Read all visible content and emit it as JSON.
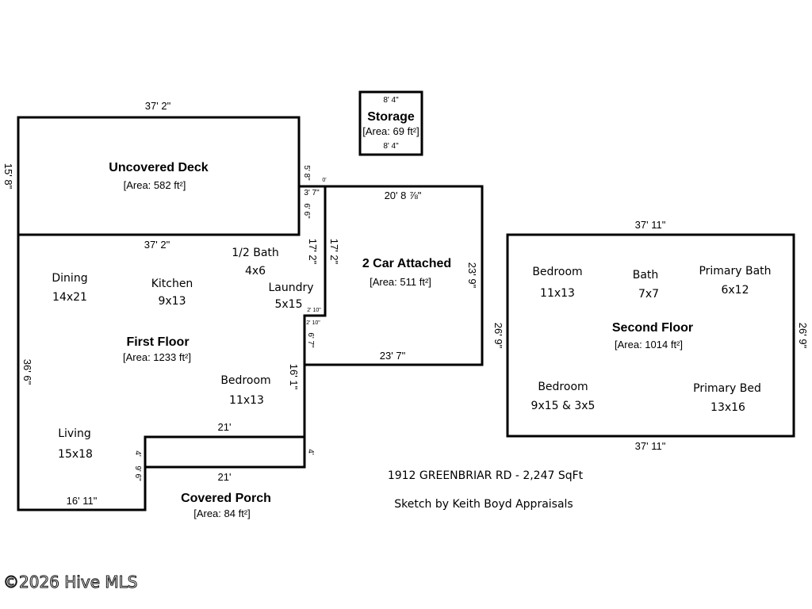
{
  "areas": {
    "deck": {
      "name": "Uncovered Deck",
      "area": "[Area: 582 ft²]"
    },
    "storage": {
      "name": "Storage",
      "area": "[Area: 69 ft²]"
    },
    "garage": {
      "name": "2 Car Attached",
      "area": "[Area: 511 ft²]"
    },
    "first_floor": {
      "name": "First Floor",
      "area": "[Area: 1233 ft²]"
    },
    "second_floor": {
      "name": "Second Floor",
      "area": "[Area: 1014 ft²]"
    },
    "porch": {
      "name": "Covered Porch",
      "area": "[Area: 84 ft²]"
    }
  },
  "rooms": {
    "dining": {
      "name": "Dining",
      "size": "14x21"
    },
    "kitchen": {
      "name": "Kitchen",
      "size": "9x13"
    },
    "half_bath": {
      "name": "1/2 Bath",
      "size": "4x6"
    },
    "laundry": {
      "name": "Laundry",
      "size": "5x15"
    },
    "bedroom1": {
      "name": "Bedroom",
      "size": "11x13"
    },
    "living": {
      "name": "Living",
      "size": "15x18"
    },
    "bedroom2": {
      "name": "Bedroom",
      "size": "11x13"
    },
    "bath": {
      "name": "Bath",
      "size": "7x7"
    },
    "primary_bath": {
      "name": "Primary Bath",
      "size": "6x12"
    },
    "bedroom3": {
      "name": "Bedroom",
      "size": "9x15 & 3x5"
    },
    "primary_bed": {
      "name": "Primary Bed",
      "size": "13x16"
    }
  },
  "dimensions": {
    "deck_top": "37' 2\"",
    "deck_bottom": "37' 2\"",
    "deck_left": "15' 8\"",
    "deck_right_top": "5' 8\"",
    "deck_right_mid": "3' 7\"",
    "deck_right_low": "6' 6\"",
    "storage_top": "8' 4\"",
    "storage_bottom": "8' 4\"",
    "garage_top": "20' 8 ⅞\"",
    "garage_right": "23' 9\"",
    "garage_bottom": "23' 7\"",
    "garage_left": "17' 2\"",
    "laundry_wall": "17' 2\"",
    "small_1": "2' 10\"",
    "small_2": "2' 10\"",
    "wall_67": "6' 7\"",
    "wall_161": "16' 1\"",
    "first_left": "36' 6\"",
    "first_bottom": "16' 11\"",
    "porch_top": "21'",
    "porch_bottom": "21'",
    "porch_left_4": "4'",
    "porch_left_96": "9' 6\"",
    "porch_right_4": "4'",
    "second_top": "37' 11\"",
    "second_bottom": "37' 11\"",
    "second_left": "26' 9\"",
    "second_right": "26' 9\"",
    "zero": "0'"
  },
  "captions": {
    "address": "1912 GREENBRIAR RD - 2,247 SqFt",
    "credit": "Sketch by Keith Boyd Appraisals"
  },
  "watermark": "©2026 Hive MLS"
}
